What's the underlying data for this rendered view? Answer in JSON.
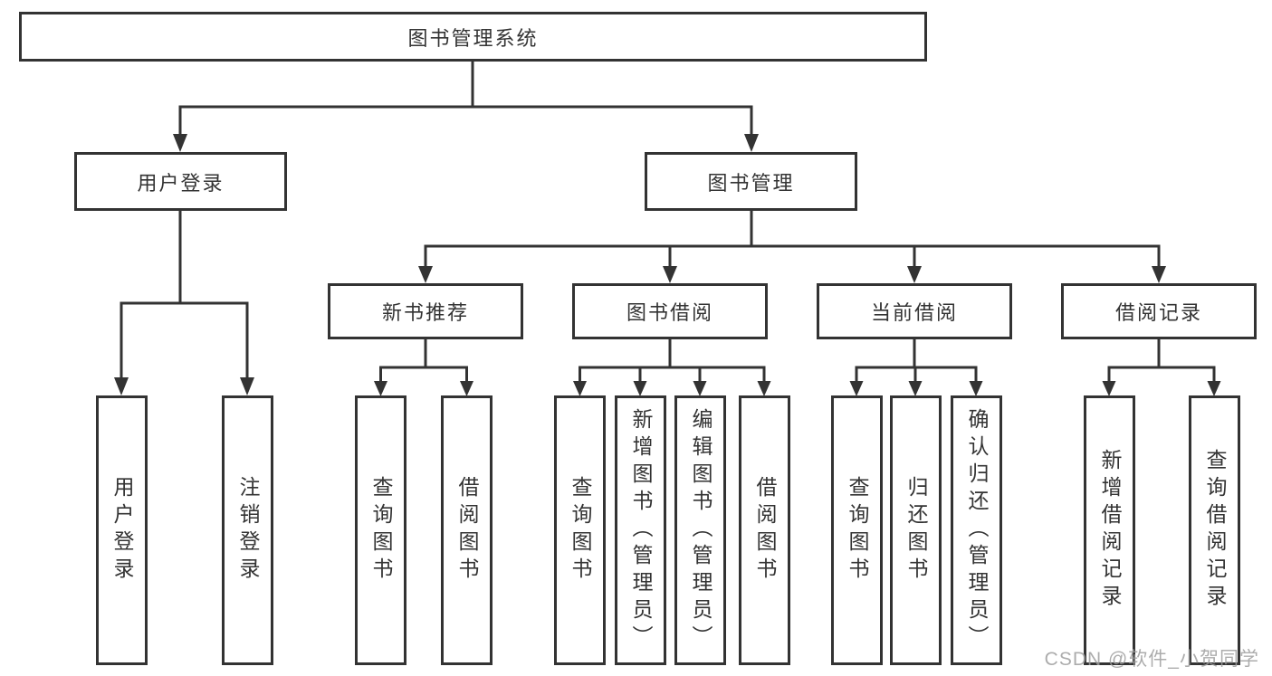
{
  "tree": {
    "root": "图书管理系统",
    "user_login": {
      "label": "用户登录",
      "children": [
        "用户登录",
        "注销登录"
      ]
    },
    "book_mgmt": {
      "label": "图书管理",
      "sections": [
        {
          "label": "新书推荐",
          "children": [
            "查询图书",
            "借阅图书"
          ]
        },
        {
          "label": "图书借阅",
          "children": [
            "查询图书",
            "新增图书（管理员）",
            "编辑图书（管理员）",
            "借阅图书"
          ]
        },
        {
          "label": "当前借阅",
          "children": [
            "查询图书",
            "归还图书",
            "确认归还（管理员）"
          ]
        },
        {
          "label": "借阅记录",
          "children": [
            "新增借阅记录",
            "查询借阅记录"
          ]
        }
      ]
    }
  },
  "watermark": "CSDN @软件_小贺同学",
  "colors": {
    "line": "#333333",
    "box_border": "#333333",
    "text": "#333333",
    "background": "#ffffff",
    "watermark": "#9e9e9e"
  }
}
